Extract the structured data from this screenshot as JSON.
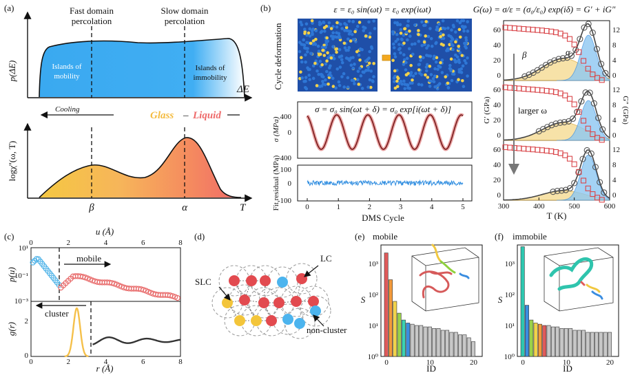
{
  "panels": {
    "a": {
      "label": "(a)",
      "top_labels": [
        "Fast domain\npercolation",
        "Slow domain\npercolation"
      ],
      "top_ylabel": "p(ΔE)",
      "top_xlabel": "ΔE",
      "region_mobile": "Islands of\nmobility",
      "region_immobile": "Islands of\nimmobility",
      "arrow_text": "Cooling",
      "glass": "Glass",
      "liquid": "Liquid",
      "bottom_ylabel": "logχ''(ω, T)",
      "beta": "β",
      "alpha": "α",
      "xlabel_T": "T"
    },
    "b": {
      "label": "(b)",
      "strain_eq": "ε = ε₀ sin(ωt) = ε₀ exp(iωt)",
      "stress_eq": "σ = σ₀ sin(ωt + δ) = σ₀ exp[i(ωt + δ)]",
      "modulus_eq": "G(ω) = σ/ε = (σ₀/ε₀) exp(iδ) = G′ + iG″",
      "cycle_label": "Cycle deformation",
      "sigma_label": "σ (MPa)",
      "resid_label": "Fit residual (MPa)",
      "x_label": "DMS Cycle",
      "x_ticks": [
        "0",
        "1",
        "2",
        "3",
        "4",
        "5"
      ],
      "sigma_ticks": [
        "400",
        "0",
        "-400"
      ],
      "resid_ticks": [
        "100",
        "0",
        "-100"
      ],
      "larger_omega": "larger ω",
      "gp_label": "G′ (GPa)",
      "gpp_label": "G″ (GPa)",
      "T_label": "T (K)",
      "T_ticks": [
        "300",
        "400",
        "500",
        "600"
      ],
      "left_ticks": [
        "60",
        "40",
        "20",
        "0"
      ],
      "right_ticks": [
        "12",
        "8",
        "4",
        "0"
      ],
      "alpha": "α",
      "beta": "β"
    },
    "c": {
      "label": "(c)",
      "u_label": "u (Å)",
      "u_ticks": [
        "0",
        "2",
        "4",
        "6",
        "8"
      ],
      "pu_label": "p(u)",
      "pu_ticks": [
        "10⁻¹",
        "10⁻³"
      ],
      "pu_top_tick": "10¹",
      "mobile": "mobile",
      "cluster": "cluster",
      "gr_label": "g(r)",
      "gr_ticks": [
        "2",
        "0"
      ],
      "r_label": "r (Å)",
      "r_ticks": [
        "0",
        "2",
        "4",
        "6",
        "8"
      ]
    },
    "d": {
      "label": "(d)",
      "lc": "LC",
      "slc": "SLC",
      "noncluster": "non-cluster"
    },
    "e": {
      "label": "(e)",
      "title": "mobile",
      "ylabel": "S",
      "xlabel": "ID",
      "y_ticks": [
        "10³",
        "10²",
        "10¹",
        "10⁰"
      ],
      "x_ticks": [
        "0",
        "10",
        "20"
      ],
      "bars": [
        2200,
        300,
        60,
        25,
        15,
        12,
        11,
        10,
        10,
        9,
        9,
        8,
        8,
        7,
        7,
        6,
        6,
        5,
        5,
        4,
        3
      ],
      "bar_colors": [
        "#e05a5a",
        "#f29a3a",
        "#f1d34a",
        "#9ad14a",
        "#3bd1b4",
        "#3a8de0",
        "#c8c8c8",
        "#c8c8c8",
        "#c8c8c8",
        "#c8c8c8",
        "#c8c8c8",
        "#c8c8c8",
        "#c8c8c8",
        "#c8c8c8",
        "#c8c8c8",
        "#c8c8c8",
        "#c8c8c8",
        "#c8c8c8",
        "#c8c8c8",
        "#c8c8c8",
        "#c8c8c8"
      ]
    },
    "f": {
      "label": "(f)",
      "title": "immobile",
      "ylabel": "S",
      "xlabel": "ID",
      "y_ticks": [
        "10³",
        "10²",
        "10¹",
        "10⁰"
      ],
      "x_ticks": [
        "0",
        "10",
        "20"
      ],
      "bars": [
        3500,
        45,
        15,
        12,
        11,
        10,
        10,
        9,
        9,
        8,
        8,
        8,
        7,
        7,
        7,
        6,
        6,
        6,
        6,
        6,
        6
      ],
      "bar_colors": [
        "#2ec7b0",
        "#3a8de0",
        "#9ad14a",
        "#f1d34a",
        "#f29a3a",
        "#e05a5a",
        "#c8c8c8",
        "#c8c8c8",
        "#c8c8c8",
        "#c8c8c8",
        "#c8c8c8",
        "#c8c8c8",
        "#c8c8c8",
        "#c8c8c8",
        "#c8c8c8",
        "#c8c8c8",
        "#c8c8c8",
        "#c8c8c8",
        "#c8c8c8",
        "#c8c8c8",
        "#c8c8c8"
      ]
    }
  }
}
